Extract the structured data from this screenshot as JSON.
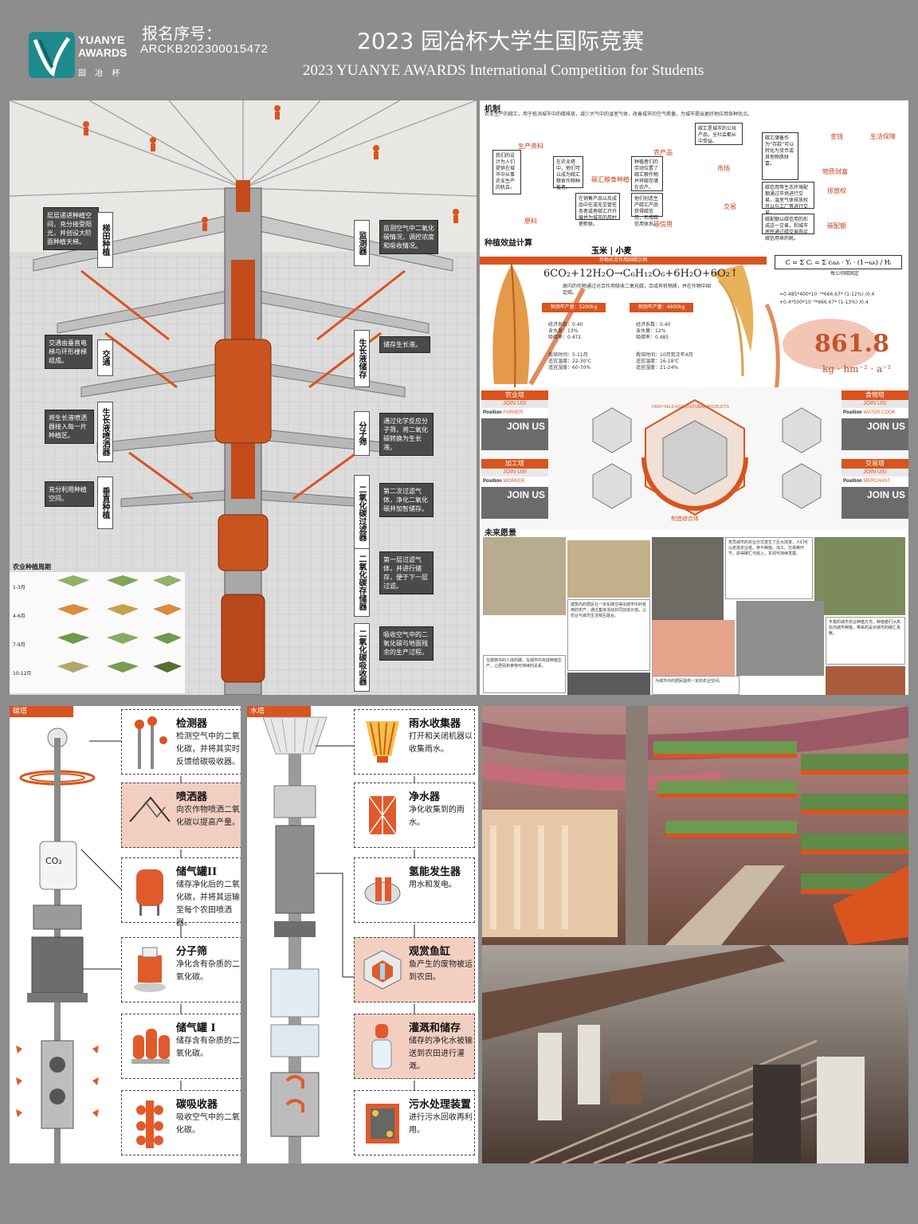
{
  "header": {
    "logo_line1": "YUANYE",
    "logo_line2": "AWARDS",
    "logo_cn": "园 冶 杯",
    "reg_label": "报名序号：",
    "reg_no": "ARCKB202300015472",
    "title_cn": "2023 园冶杯大学生国际竞赛",
    "title_en": "2023 YUANYE AWARDS International Competition for  Students"
  },
  "tower": {
    "left_labels": [
      {
        "v": "梯田种植",
        "desc": "层层递进种植空间，充分接受阳光，并创设大阶面种植天梯。"
      },
      {
        "v": "交通",
        "desc": "交通由垂直电梯与环形楼梯组成。"
      },
      {
        "v": "生长液喷洒器",
        "desc": "将生长液喷洒器接入每一片种植区。"
      },
      {
        "v": "垂直种植",
        "desc": "充分利用种植空间。"
      }
    ],
    "right_labels": [
      {
        "v": "监测器",
        "desc": "监测空气中二氧化碳情况，调控浓度和吸收情况。"
      },
      {
        "v": "生长液储存",
        "desc": "储存生长液。"
      },
      {
        "v": "分子筛",
        "desc": "通过化学反应分子筛，将二氧化碳转换为生长液。"
      },
      {
        "v": "二氧化碳过滤器",
        "desc": "第二次过滤气体，净化二氧化碳并加智储存。"
      },
      {
        "v": "二氧化碳存储器",
        "desc": "第一层过滤气体，并进行储存，便于下一层过滤。"
      },
      {
        "v": "二氧化碳吸收器",
        "desc": "吸收空气中的二氧化碳与地面残余的生产过程。"
      }
    ],
    "season_title": "农业种植周期",
    "seasons": [
      "1-3月",
      "4-6月",
      "7-9月",
      "10-12月"
    ]
  },
  "mechanism": {
    "title": "机制",
    "intro": "农业生产的碳汇，用于抵消城市中的碳排放，减少大气中的温室气体，改善城市的空气质量。为城市提出更好地应用各种优点。",
    "nodes": {
      "raw": "生产资料",
      "farmer": "碳汇粮食种植者",
      "product": "农产品",
      "market": "市场",
      "trade": "交易",
      "credit": "碳信用",
      "material": "原料",
      "money": "金钱",
      "wealth": "物质财富",
      "life": "生活保障",
      "emission": "排放权",
      "cert": "碳配额"
    }
  },
  "calc": {
    "title": "种植效益计算",
    "crops": "玉米 | 小麦",
    "banner": "作物光合作用固碳示例",
    "equation": "6CO₂+12H₂O→C₆H₁₂O₆+6H₂O+6O₂↑",
    "note": "原内的作物通过光合作用吸收二氧化碳，合成有机物质，并在作物中固定碳。",
    "corn_label": "预测年产量：5200kg",
    "wheat_label": "预测年产量：4900kg",
    "corn_stats": [
      "经济系数：0.40",
      "含水量：13%",
      "吸碳率：0.471"
    ],
    "wheat_stats": [
      "经济系数：0.40",
      "含水量：12%",
      "吸碳率：0.485"
    ],
    "corn_period": [
      "栽培时间：5-11月",
      "适宜温度：22-30℃",
      "适宜湿度：60-70%"
    ],
    "wheat_period": [
      "栽培时间：10月到次年4月",
      "适宜温度：16-18℃",
      "适宜湿度：21-24%"
    ],
    "formula_label": "每公顷碳固定",
    "calc_line1": "=0.485*400*10⁻³*666.67* (1-12%) /0.4",
    "calc_line2": "+0.4*500*10⁻³*666.67* (1-13%) /0.4",
    "result": "861.8",
    "unit": "kg · hm⁻² · a⁻¹"
  },
  "roles": [
    {
      "cn": "农业塔",
      "join": "JOIN US!",
      "position": "FARMER"
    },
    {
      "cn": "食物塔",
      "join": "JOIN US!",
      "position": "WATER COOK"
    },
    {
      "cn": "加工塔",
      "join": "JOIN US!",
      "position": "WORKER"
    },
    {
      "cn": "交易塔",
      "join": "JOIN US!",
      "position": "MERCHANT"
    }
  ],
  "roles_common": {
    "pos_label": "Position",
    "big": "JOIN US",
    "center": "制造综合体",
    "ring": "HIGH YIELD AGRICULTURAL PRODUCTS"
  },
  "future": {
    "title": "未来愿景"
  },
  "carbon_tower": {
    "tag": "碳塔",
    "co2": "CO₂",
    "components": [
      {
        "name": "检测器",
        "desc": "检测空气中的二氧化碳，并将其实时反馈给碳吸收器。"
      },
      {
        "name": "喷洒器",
        "desc": "向农作物喷洒二氧化碳以提高产量。"
      },
      {
        "name": "储气罐II",
        "desc": "储存净化后的二氧化碳，并将其运输至每个农田喷洒器。"
      },
      {
        "name": "分子筛",
        "desc": "净化含有杂质的二氧化碳。"
      },
      {
        "name": "储气罐 I",
        "desc": "储存含有杂质的二氧化碳。"
      },
      {
        "name": "碳吸收器",
        "desc": "吸收空气中的二氧化碳。"
      }
    ]
  },
  "water_tower": {
    "tag": "水塔",
    "components": [
      {
        "name": "雨水收集器",
        "desc": "打开和关闭机器以收集雨水。"
      },
      {
        "name": "净水器",
        "desc": "净化收集到的雨水。"
      },
      {
        "name": "氢能发生器",
        "desc": "用水和发电。"
      },
      {
        "name": "观赏鱼缸",
        "desc": "鱼产生的废物被运到农田。"
      },
      {
        "name": "灌溉和储存",
        "desc": "储存的净化水被输送到农田进行灌溉。"
      },
      {
        "name": "污水处理装置",
        "desc": "进行污水回收再利用。"
      }
    ]
  },
  "colors": {
    "accent": "#d9541e",
    "header": "#8d8d8d",
    "logo": "#1f8a8c"
  }
}
